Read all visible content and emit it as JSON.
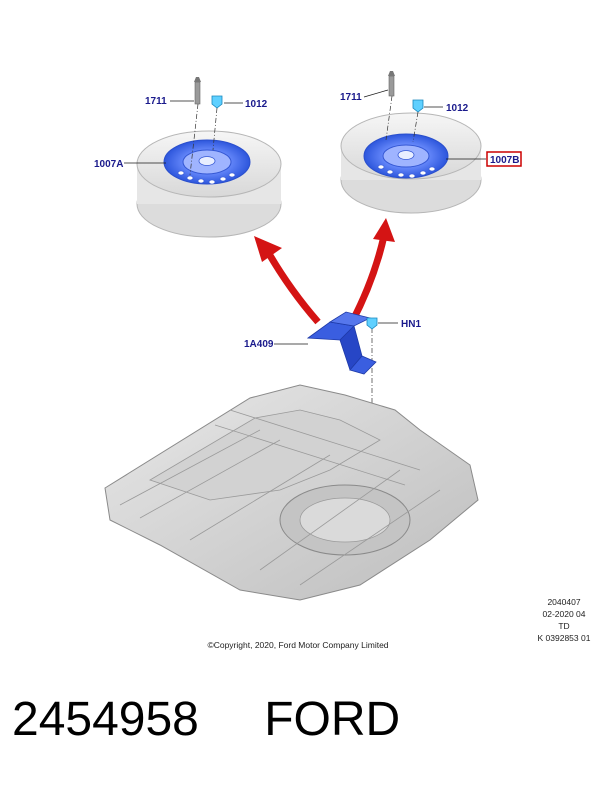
{
  "callouts": {
    "left_bolt": "1711",
    "left_nut": "1012",
    "left_wheel": "1007A",
    "right_bolt": "1711",
    "right_nut": "1012",
    "right_wheel": "1007B",
    "bracket": "1A409",
    "bracket_nut": "HN1"
  },
  "highlight_color": "#cc0000",
  "callout_color": "#1a1a8c",
  "part_color": "#3a5ee0",
  "arrow_color": "#d41414",
  "copyright": "©Copyright, 2020, Ford Motor Company Limited",
  "ref": {
    "line1": "2040407",
    "line2": "02-2020 04",
    "line3": "TD",
    "line4": "K 0392853 01"
  },
  "footer": {
    "part_number": "2454958",
    "brand": "FORD"
  }
}
